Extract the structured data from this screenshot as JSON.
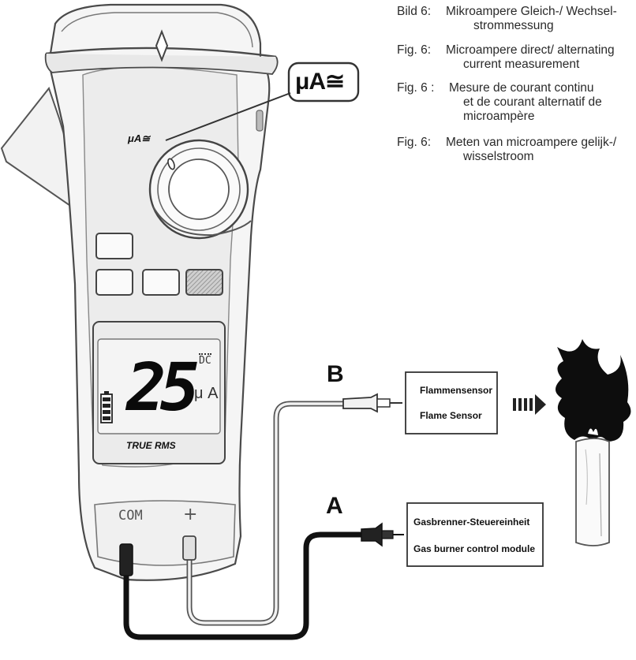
{
  "captions": [
    {
      "label": "Bild 6:",
      "line1": "Mikroampere Gleich-/ Wechsel-",
      "line2": "strommessung"
    },
    {
      "label": "Fig. 6:",
      "line1": "Microampere direct/ alternating",
      "line2": "current measurement"
    },
    {
      "label": "Fig. 6 :",
      "line1": "Mesure de courant continu",
      "line2": "et de courant alternatif de",
      "line3": "microampère"
    },
    {
      "label": "Fig. 6:",
      "line1": "Meten van microampere gelijk-/",
      "line2": "wisselstroom"
    }
  ],
  "meter": {
    "callout_symbol": "μA≅",
    "dial_label": "μA≅",
    "display_reading": "25",
    "display_unit": "μ A",
    "display_mode": "DC",
    "brand_text": "TRUE RMS",
    "jack_com": "COM",
    "jack_plus": "+"
  },
  "probe_b": {
    "letter": "B",
    "box_line1": "Flammensensor",
    "box_line2": "Flame Sensor"
  },
  "probe_a": {
    "letter": "A",
    "box_line1": "Gasbrenner-Steuereinheit",
    "box_line2": "Gas burner control module"
  }
}
